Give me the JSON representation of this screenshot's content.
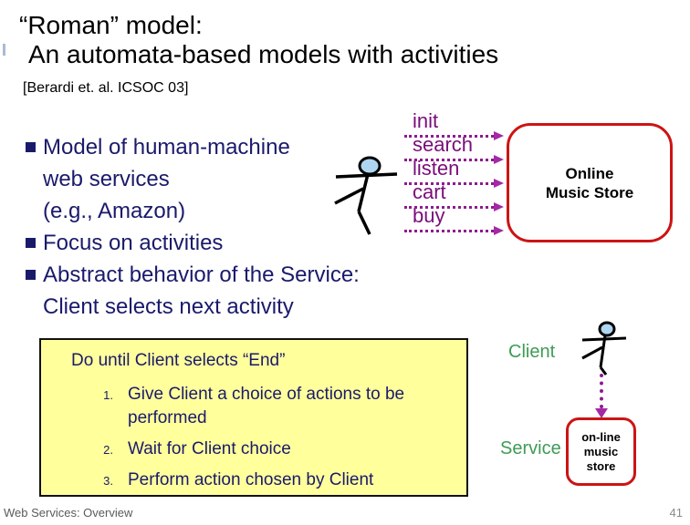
{
  "slide": {
    "title_line1": "“Roman” model:",
    "title_line2": "An automata-based models with activities",
    "citation": "[Berardi et. al. ICSOC 03]"
  },
  "bullets": [
    {
      "lines": [
        "Model of human-machine",
        "web services",
        "(e.g., Amazon)"
      ]
    },
    {
      "lines": [
        "Focus on activities"
      ]
    },
    {
      "lines": [
        "Abstract behavior of the Service:",
        "Client selects next activity"
      ]
    }
  ],
  "activities": {
    "labels": [
      "init",
      "search",
      "listen",
      "cart",
      "buy"
    ],
    "box_lines": [
      "Online",
      "Music Store"
    ]
  },
  "loop_box": {
    "heading": "Do until Client selects “End”",
    "steps": [
      {
        "num": "1.",
        "text": "Give Client a choice of actions to be performed"
      },
      {
        "num": "2.",
        "text": "Wait for Client choice"
      },
      {
        "num": "3.",
        "text": "Perform action chosen by Client"
      }
    ]
  },
  "legend": {
    "client_label": "Client",
    "service_label": "Service",
    "service_box_lines": [
      "on-line",
      "music",
      "store"
    ]
  },
  "footer": {
    "left": "Web Services: Overview",
    "page_number": "41"
  },
  "colors": {
    "accent_red": "#cc1414",
    "activity_purple": "#7b0c7b",
    "arrow_purple": "#8e1b8e",
    "legend_green": "#3f9b55",
    "body_navy": "#1a1a6b",
    "loop_box_yellow": "#ffff9c",
    "figure_head_blue": "#aed6f1",
    "footer_gray": "#5a5a5a"
  }
}
